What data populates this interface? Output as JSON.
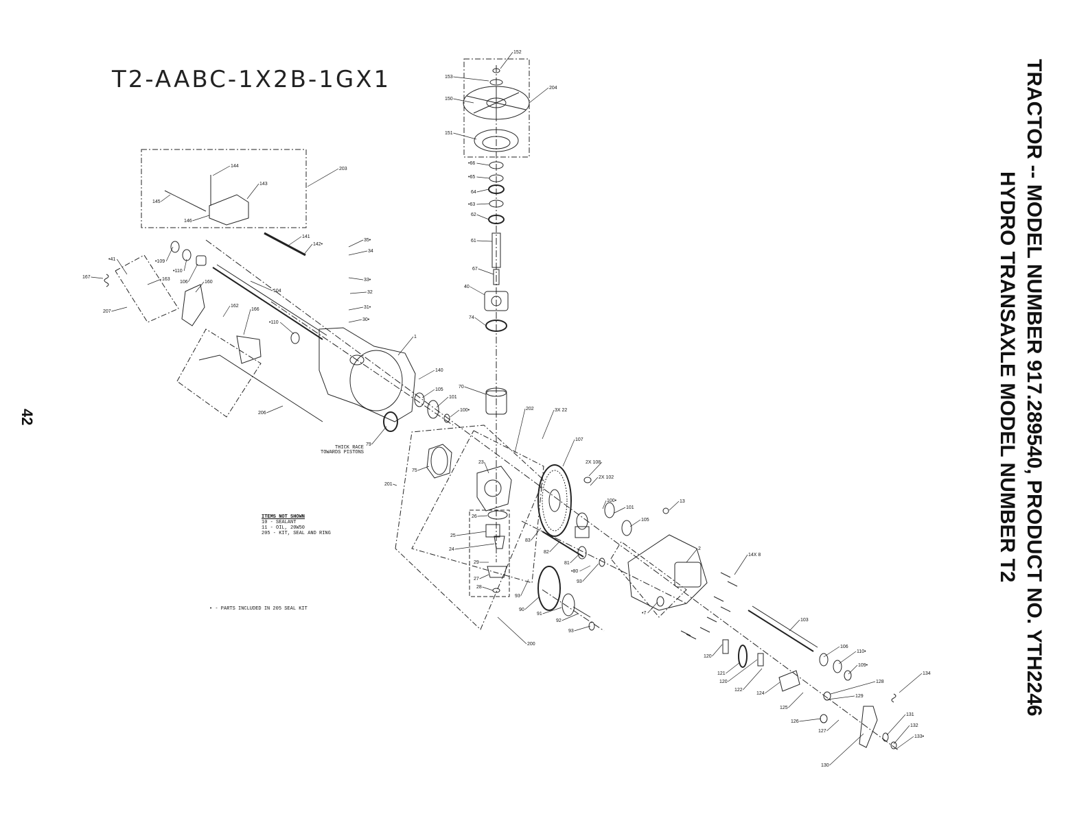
{
  "title_code": "T2-AABC-1X2B-1GX1",
  "page_number": "42",
  "heading_line1": "TRACTOR -- MODEL NUMBER 917.289540, PRODUCT NO. YTH2246",
  "heading_line2": "HYDRO TRANSAXLE MODEL NUMBER T2",
  "items_not_shown": {
    "title": "ITEMS NOT SHOWN",
    "lines": [
      "10 - SEALANT",
      "11 - OIL, 20W50",
      "205 - KIT, SEAL AND RING"
    ]
  },
  "seal_kit_note": "• - PARTS INCLUDED IN 205 SEAL KIT",
  "race_note": [
    "THICK RACE",
    "TOWARDS PISTONS"
  ],
  "callouts": [
    {
      "id": "c152",
      "text": "152"
    },
    {
      "id": "c153",
      "text": "153"
    },
    {
      "id": "c150",
      "text": "150"
    },
    {
      "id": "c204",
      "text": "204"
    },
    {
      "id": "c151",
      "text": "151"
    },
    {
      "id": "c66",
      "text": "•66"
    },
    {
      "id": "c65",
      "text": "•65"
    },
    {
      "id": "c64",
      "text": "64"
    },
    {
      "id": "c63",
      "text": "•63"
    },
    {
      "id": "c62",
      "text": "62"
    },
    {
      "id": "c61",
      "text": "61"
    },
    {
      "id": "c67",
      "text": "67"
    },
    {
      "id": "c40",
      "text": "40"
    },
    {
      "id": "c74",
      "text": "74"
    },
    {
      "id": "c70",
      "text": "70"
    },
    {
      "id": "c203",
      "text": "203"
    },
    {
      "id": "c144",
      "text": "144"
    },
    {
      "id": "c143",
      "text": "143"
    },
    {
      "id": "c145",
      "text": "145"
    },
    {
      "id": "c146",
      "text": "146"
    },
    {
      "id": "c141",
      "text": "141"
    },
    {
      "id": "c142",
      "text": "142•"
    },
    {
      "id": "c35",
      "text": "35•"
    },
    {
      "id": "c34",
      "text": "34"
    },
    {
      "id": "c33",
      "text": "33•"
    },
    {
      "id": "c32",
      "text": "32"
    },
    {
      "id": "c31",
      "text": "31•"
    },
    {
      "id": "c30",
      "text": "30•"
    },
    {
      "id": "c109a",
      "text": "•109"
    },
    {
      "id": "c41",
      "text": "•41"
    },
    {
      "id": "c110a",
      "text": "•110"
    },
    {
      "id": "c163",
      "text": "163"
    },
    {
      "id": "c167",
      "text": "167"
    },
    {
      "id": "c106a",
      "text": "106"
    },
    {
      "id": "c160",
      "text": "160"
    },
    {
      "id": "c104",
      "text": "104"
    },
    {
      "id": "c207",
      "text": "207"
    },
    {
      "id": "c162",
      "text": "162"
    },
    {
      "id": "c166",
      "text": "166"
    },
    {
      "id": "c110b",
      "text": "•110"
    },
    {
      "id": "c1",
      "text": "1"
    },
    {
      "id": "c140",
      "text": "140"
    },
    {
      "id": "c105a",
      "text": "105"
    },
    {
      "id": "c101a",
      "text": "101"
    },
    {
      "id": "c100a",
      "text": "100•"
    },
    {
      "id": "c206",
      "text": "206"
    },
    {
      "id": "c79",
      "text": "79"
    },
    {
      "id": "c75",
      "text": "75"
    },
    {
      "id": "c201",
      "text": "201"
    },
    {
      "id": "c202",
      "text": "202"
    },
    {
      "id": "c3x22",
      "text": "3X 22"
    },
    {
      "id": "c23",
      "text": "23"
    },
    {
      "id": "c107",
      "text": "107"
    },
    {
      "id": "c2x108",
      "text": "2X 108"
    },
    {
      "id": "c2x102",
      "text": "2X 102"
    },
    {
      "id": "c100b",
      "text": "100•"
    },
    {
      "id": "c101b",
      "text": "101"
    },
    {
      "id": "c105b",
      "text": "105"
    },
    {
      "id": "c13",
      "text": "13"
    },
    {
      "id": "c26",
      "text": "26"
    },
    {
      "id": "c25",
      "text": "25"
    },
    {
      "id": "c24",
      "text": "24"
    },
    {
      "id": "c29",
      "text": "29"
    },
    {
      "id": "c27",
      "text": "27"
    },
    {
      "id": "c28",
      "text": "28"
    },
    {
      "id": "c83",
      "text": "83"
    },
    {
      "id": "c82",
      "text": "82"
    },
    {
      "id": "c81",
      "text": "81"
    },
    {
      "id": "c80",
      "text": "•80"
    },
    {
      "id": "c93a",
      "text": "93"
    },
    {
      "id": "c93b",
      "text": "93"
    },
    {
      "id": "c90",
      "text": "90"
    },
    {
      "id": "c91",
      "text": "91"
    },
    {
      "id": "c92",
      "text": "92"
    },
    {
      "id": "c93c",
      "text": "93"
    },
    {
      "id": "c200",
      "text": "200"
    },
    {
      "id": "c2",
      "text": "2"
    },
    {
      "id": "c14x8",
      "text": "14X 8"
    },
    {
      "id": "c7",
      "text": "•7"
    },
    {
      "id": "c103",
      "text": "103"
    },
    {
      "id": "c106b",
      "text": "106"
    },
    {
      "id": "c110c",
      "text": "110•"
    },
    {
      "id": "c109b",
      "text": "109•"
    },
    {
      "id": "c120a",
      "text": "120"
    },
    {
      "id": "c121",
      "text": "121"
    },
    {
      "id": "c120b",
      "text": "120"
    },
    {
      "id": "c122",
      "text": "122"
    },
    {
      "id": "c124",
      "text": "124"
    },
    {
      "id": "c128",
      "text": "128"
    },
    {
      "id": "c129",
      "text": "129"
    },
    {
      "id": "c125",
      "text": "125"
    },
    {
      "id": "c126",
      "text": "126"
    },
    {
      "id": "c127",
      "text": "127"
    },
    {
      "id": "c134",
      "text": "134"
    },
    {
      "id": "c131",
      "text": "131"
    },
    {
      "id": "c132",
      "text": "132"
    },
    {
      "id": "c133",
      "text": "133•"
    },
    {
      "id": "c130",
      "text": "130"
    }
  ]
}
